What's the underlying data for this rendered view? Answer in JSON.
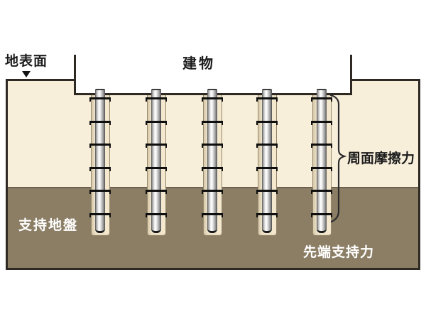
{
  "diagram": {
    "title_hint": "pile-foundation-schematic",
    "labels": {
      "ground_surface": "地表面",
      "building": "建物",
      "skin_friction": "周面摩擦力",
      "bearing_stratum": "支持地盤",
      "tip_bearing": "先端支持力"
    },
    "colors": {
      "upper_soil": "#f8efdb",
      "lower_soil": "#8b7e65",
      "soil_divider": "#6c6150",
      "outline": "#2e2a23",
      "bore_fill": "#f4e9cf",
      "bore_border": "#96876a",
      "text_dark": "#1c1c1c",
      "text_light": "#ffffff"
    },
    "piles": {
      "count": 5,
      "centers_x": [
        141,
        220,
        299,
        376,
        453
      ],
      "tick_rows_y": [
        137,
        170,
        202,
        235,
        267,
        300
      ]
    }
  }
}
